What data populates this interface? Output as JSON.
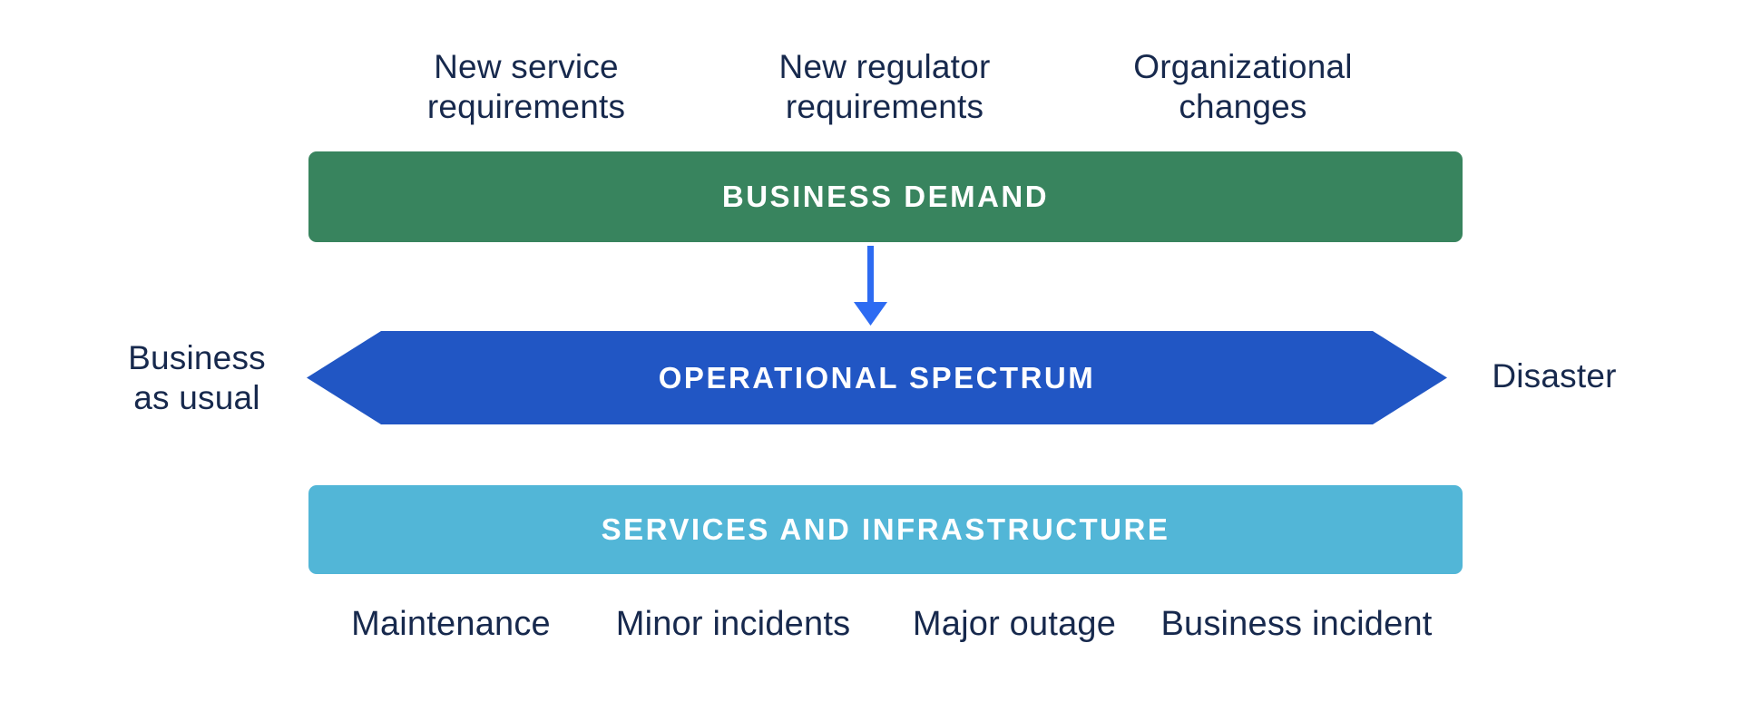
{
  "colors": {
    "business_demand_green": "#38845E",
    "operational_spectrum_blue": "#2156C4",
    "down_arrow_blue": "#2D6BF2",
    "services_infrastructure_teal": "#52B6D7",
    "label_navy": "#17294D",
    "bar_text_white": "#FFFFFF"
  },
  "top_labels": [
    "New service\nrequirements",
    "New regulator\nrequirements",
    "Organizational\nchanges"
  ],
  "bars": {
    "business_demand": {
      "label": "BUSINESS DEMAND",
      "color": "#38845E"
    },
    "operational_spectrum": {
      "label": "OPERATIONAL SPECTRUM",
      "color": "#2156C4"
    },
    "services_infrastructure": {
      "label": "SERVICES AND INFRASTRUCTURE",
      "color": "#52B6D7"
    }
  },
  "spectrum": {
    "left_end_label": "Business\nas usual",
    "right_end_label": "Disaster"
  },
  "connector": {
    "icon": "down-arrow-icon",
    "color": "#2D6BF2"
  },
  "bottom_labels": [
    "Maintenance",
    "Minor incidents",
    "Major outage",
    "Business incident"
  ]
}
